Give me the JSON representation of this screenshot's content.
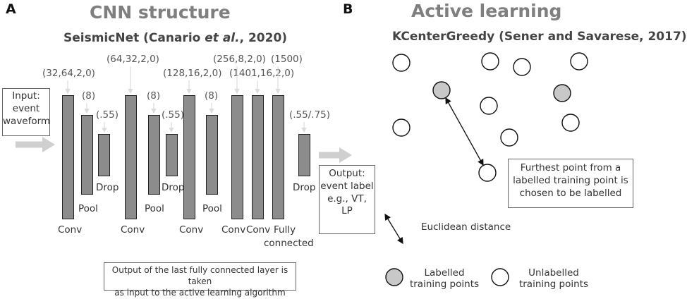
{
  "panel_a": {
    "letter": "A",
    "title": "CNN structure",
    "subtitle_prefix": "SeismicNet (Canario ",
    "subtitle_italic": "et al.",
    "subtitle_suffix": ", 2020)",
    "input_box": [
      "Input:",
      "event",
      "waveform"
    ],
    "output_box": [
      "Output:",
      "event label",
      "e.g., VT,",
      "LP"
    ],
    "params": {
      "conv1": "(32,64,2,0)",
      "pool1": "(8)",
      "drop1": "(.55)",
      "conv2": "(64,32,2,0)",
      "pool2": "(8)",
      "drop2": "(.55)",
      "conv3": "(128,16,2,0)",
      "pool3": "(8)",
      "conv4": "(256,8,2,0)",
      "conv5": "(1401,16,2,0)",
      "fc": "(1500)",
      "drop3": "(.55/.75)"
    },
    "layer_labels": {
      "conv": "Conv",
      "pool": "Pool",
      "drop": "Drop",
      "fc_line1": "Fully",
      "fc_line2": "connected"
    },
    "note_box": [
      "Output of the last fully connected layer is taken",
      "as input to the active learning algorithm"
    ]
  },
  "panel_b": {
    "letter": "B",
    "title": "Active learning",
    "subtitle": "KCenterGreedy (Sener and Savarese, 2017)",
    "callout": [
      "Furthest point from a",
      "labelled training point is",
      "chosen to be labelled"
    ],
    "distance_label": "Euclidean distance",
    "legend_labelled": [
      "Labelled",
      "training points"
    ],
    "legend_unlabelled": [
      "Unlabelled",
      "training points"
    ],
    "colors": {
      "labelled_fill": "#c8c8c8",
      "unlabelled_fill": "#ffffff",
      "layer_fill": "#8c8c8c",
      "arrow": "#cccccc"
    }
  }
}
